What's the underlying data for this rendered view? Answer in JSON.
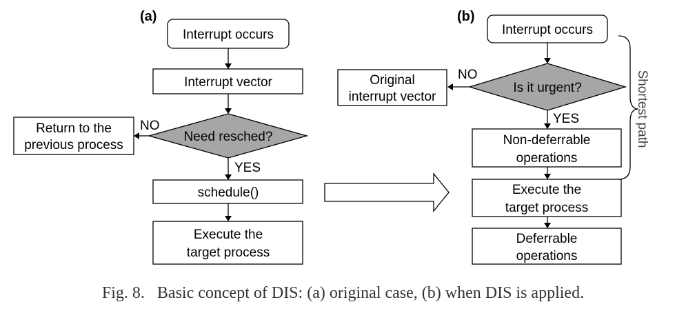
{
  "panel_a": {
    "label": "(a)",
    "start": "Interrupt occurs",
    "vector": "Interrupt vector",
    "decision": "Need resched?",
    "no_label": "NO",
    "yes_label": "YES",
    "return_line1": "Return to the",
    "return_line2": "previous process",
    "schedule": "schedule()",
    "execute_line1": "Execute the",
    "execute_line2": "target process"
  },
  "panel_b": {
    "label": "(b)",
    "start": "Interrupt occurs",
    "decision": "Is it urgent?",
    "no_label": "NO",
    "yes_label": "YES",
    "original_line1": "Original",
    "original_line2": "interrupt vector",
    "nondeferrable_line1": "Non-deferrable",
    "nondeferrable_line2": "operations",
    "execute_line1": "Execute the",
    "execute_line2": "target process",
    "deferrable_line1": "Deferrable",
    "deferrable_line2": "operations",
    "brace_label": "Shortest path"
  },
  "caption": "Fig. 8.   Basic concept of DIS: (a) original case, (b) when DIS is applied."
}
